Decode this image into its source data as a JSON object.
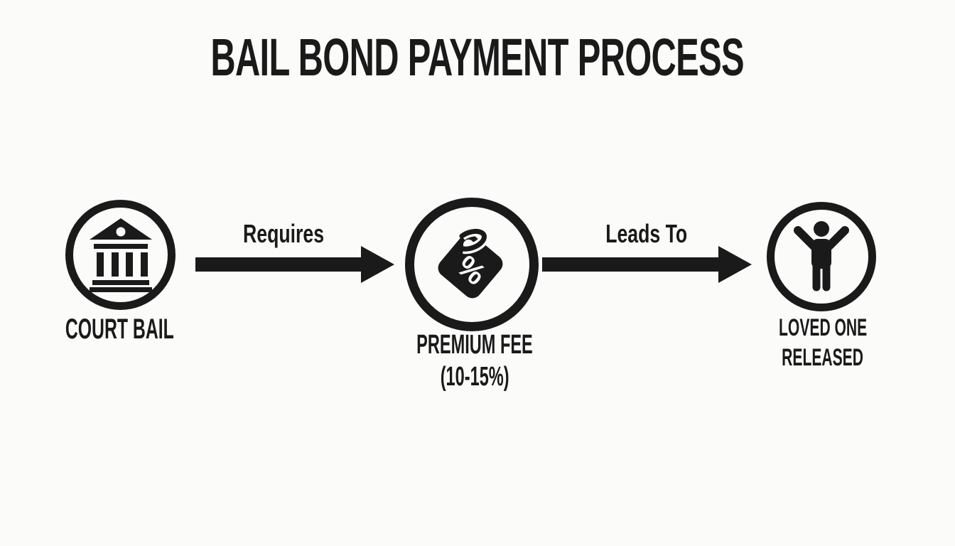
{
  "title": "BAIL BOND PAYMENT PROCESS",
  "colors": {
    "ink": "#1a1a1a",
    "background": "#fbfbf9"
  },
  "flow": {
    "nodes": [
      {
        "id": "court-bail",
        "icon": "courthouse-icon",
        "label_lines": [
          "COURT BAIL"
        ]
      },
      {
        "id": "premium-fee",
        "icon": "price-tag-percent-icon",
        "label_lines": [
          "PREMIUM FEE",
          "(10-15%)"
        ],
        "tag_symbol": "%"
      },
      {
        "id": "loved-one-released",
        "icon": "person-celebrating-icon",
        "label_lines": [
          "LOVED ONE",
          "RELEASED"
        ]
      }
    ],
    "connectors": [
      {
        "from": "court-bail",
        "to": "premium-fee",
        "label": "Requires"
      },
      {
        "from": "premium-fee",
        "to": "loved-one-released",
        "label": "Leads To"
      }
    ]
  }
}
